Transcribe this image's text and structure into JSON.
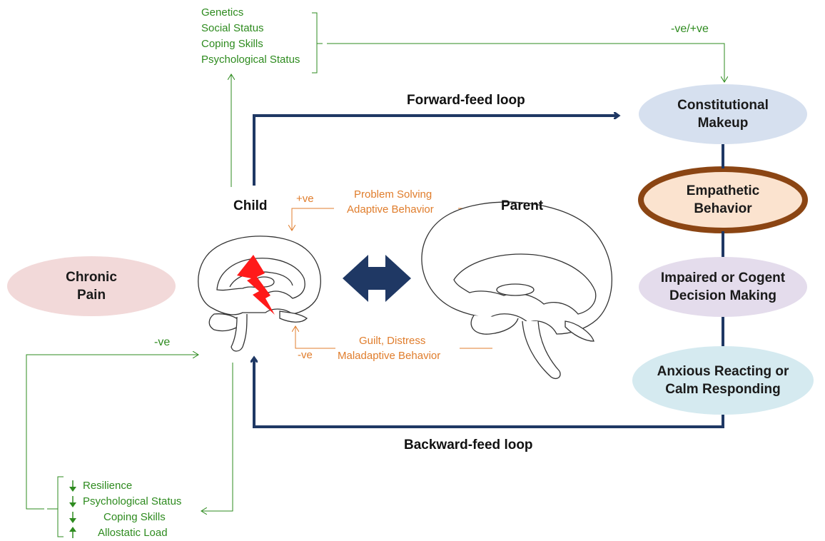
{
  "colors": {
    "navy": "#1f3864",
    "green": "#2e8b1f",
    "orange": "#e07d2c",
    "brown": "#8b4513",
    "red": "#ff1a1a",
    "chronic_pain_fill": "#f2d9d9",
    "constitutional_fill": "#d6e0ef",
    "empathetic_fill": "#fbe3cf",
    "impaired_fill": "#e4dcec",
    "anxious_fill": "#d5eaf0"
  },
  "factors_top": [
    "Genetics",
    "Social Status",
    "Coping Skills",
    "Psychological Status"
  ],
  "labels": {
    "ve_top": "-ve/+ve",
    "forward_loop": "Forward-feed loop",
    "backward_loop": "Backward-feed loop",
    "child": "Child",
    "parent": "Parent",
    "pos_ve": "+ve",
    "neg_ve_mid": "-ve",
    "neg_ve_left": "-ve",
    "problem_solving": "Problem Solving",
    "adaptive_behavior": "Adaptive Behavior",
    "guilt_distress": "Guilt, Distress",
    "maladaptive_behavior": "Maladaptive Behavior"
  },
  "nodes": {
    "chronic_pain": [
      "Chronic",
      "Pain"
    ],
    "constitutional": [
      "Constitutional",
      "Makeup"
    ],
    "empathetic": [
      "Empathetic",
      "Behavior"
    ],
    "impaired": [
      "Impaired or Cogent",
      "Decision Making"
    ],
    "anxious": [
      "Anxious Reacting or",
      "Calm Responding"
    ]
  },
  "factors_bottom": [
    {
      "label": "Resilience",
      "arrow": "down"
    },
    {
      "label": "Psychological Status",
      "arrow": "down"
    },
    {
      "label": "Coping Skills",
      "arrow": "down"
    },
    {
      "label": "Allostatic Load",
      "arrow": "up"
    }
  ]
}
